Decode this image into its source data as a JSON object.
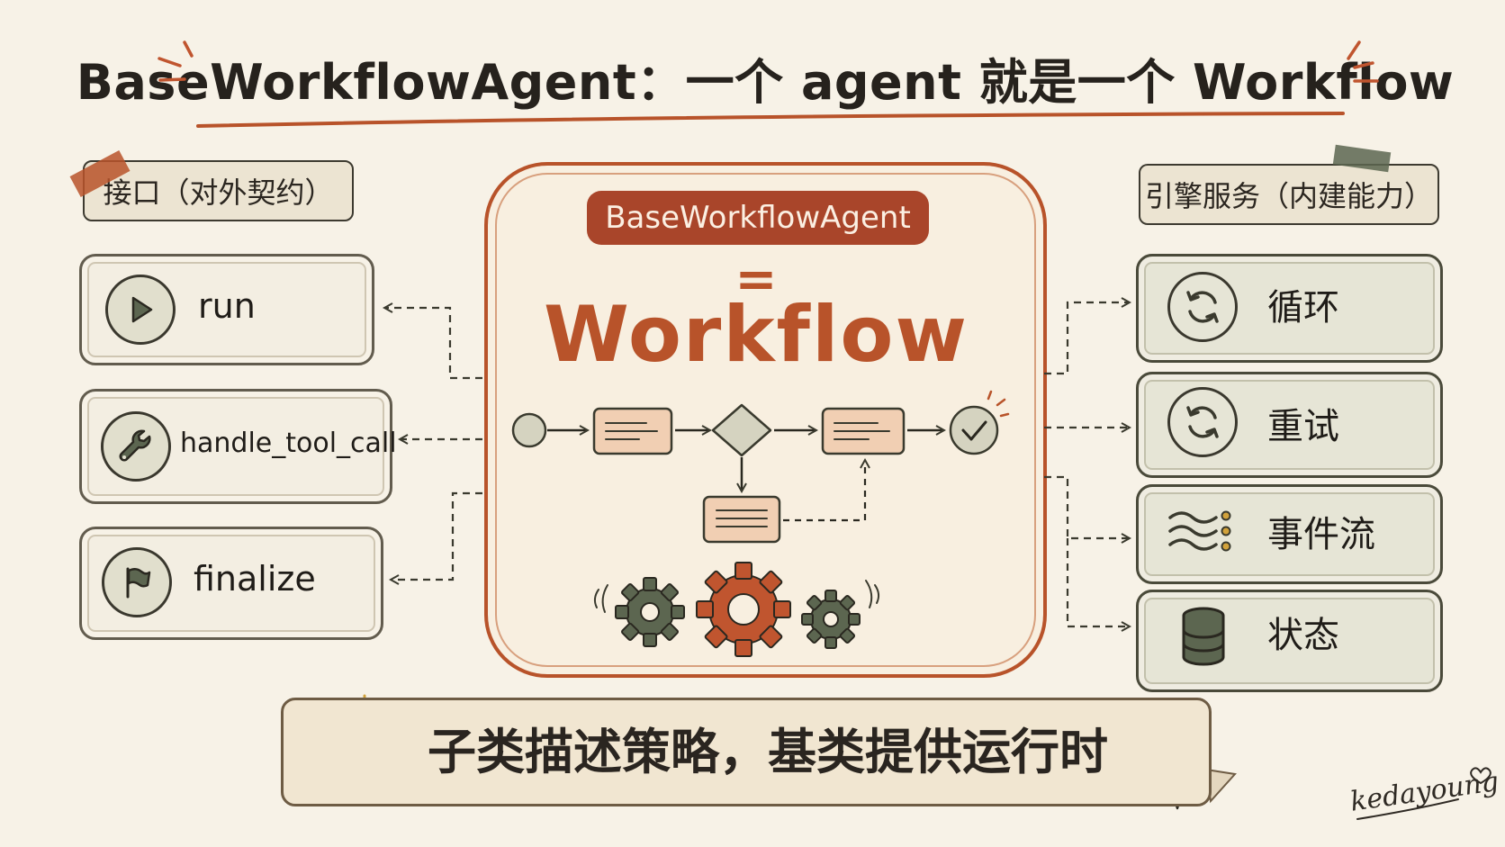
{
  "title": "BaseWorkflowAgent：一个 agent 就是一个 Workflow",
  "left_panel": {
    "tag": "接口（对外契约）",
    "items": [
      {
        "label": "run",
        "icon": "play-icon"
      },
      {
        "label": "handle_tool_call",
        "icon": "wrench-icon"
      },
      {
        "label": "finalize",
        "icon": "flag-icon"
      }
    ]
  },
  "center": {
    "pill": "BaseWorkflowAgent",
    "equals": "=",
    "word": "Workflow"
  },
  "right_panel": {
    "tag": "引擎服务（内建能力）",
    "items": [
      {
        "label": "循环",
        "icon": "loop-icon"
      },
      {
        "label": "重试",
        "icon": "retry-icon"
      },
      {
        "label": "事件流",
        "icon": "event-stream-icon"
      },
      {
        "label": "状态",
        "icon": "database-icon"
      }
    ]
  },
  "bottom": {
    "text": "子类描述策略，基类提供运行时"
  },
  "signature": "kedayoung",
  "colors": {
    "background": "#f7f2e7",
    "accent": "#b8532a",
    "dark": "#3a382e",
    "olive": "#5c6650",
    "peach": "#f1cfb3",
    "sage": "#e6e5d6"
  }
}
